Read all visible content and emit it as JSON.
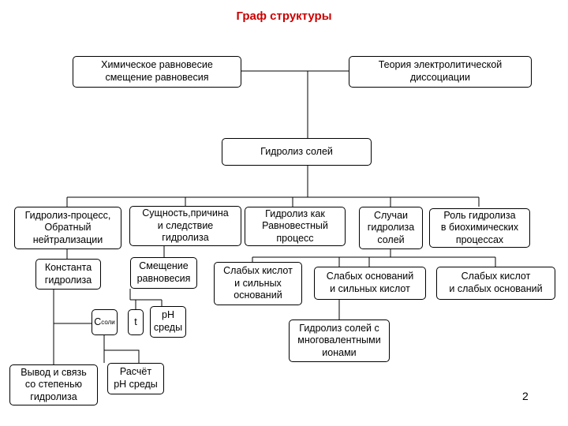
{
  "title": "Граф структуры",
  "nodes": {
    "chemical_equilibrium": "Химическое равновесие\nсмещение равновесия",
    "electrolytic_theory": "Теория электролитической\nдиссоциации",
    "salt_hydrolysis": "Гидролиз солей",
    "hydrolysis_process": "Гидролиз-процесс,\nОбратный\nнейтрализации",
    "essence_cause": "Сущность,причина\nи следствие\nгидролиза",
    "equilibrium_process": "Гидролиз как\nРавновестный\nпроцесс",
    "hydrolysis_cases": "Случаи\nгидролиза\nсолей",
    "biochem_role": "Роль гидролиза\nв биохимических\nпроцессах",
    "hydrolysis_constant": "Константа\nгидролиза",
    "equilibrium_shift": "Смещение\nравновесия",
    "weak_acids_strong_bases": "Слабых кислот\nи сильных\nоснований",
    "weak_bases_strong_acids": "Слабых оснований\nи сильных кислот",
    "weak_acids_weak_bases": "Слабых кислот\nи слабых оснований",
    "c_salt_main": "C",
    "c_salt_sub": "соли",
    "temperature": "t",
    "ph_medium": "pH\nсреды",
    "polyvalent_ions": "Гидролиз солей с\nмноговалентными\nионами",
    "degree_conclusion": "Вывод и связь\nсо степенью\nгидролиза",
    "ph_calculation": "Расчёт\npH среды"
  },
  "page_number": "2",
  "colors": {
    "title": "#cc0000",
    "border": "#000000"
  }
}
